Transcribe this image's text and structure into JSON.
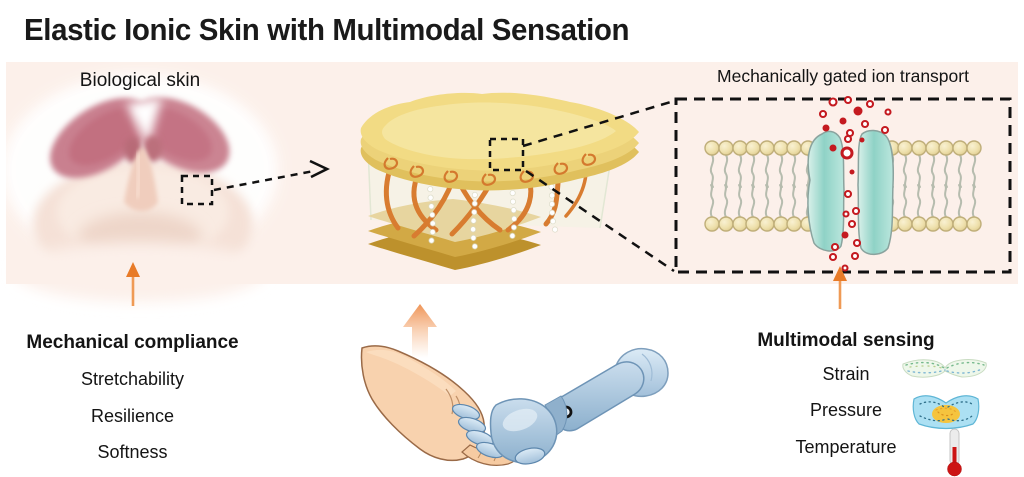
{
  "title": "Elastic Ionic Skin with Multimodal Sensation",
  "panels": {
    "left_label": "Biological skin",
    "right_label": "Mechanically gated ion transport"
  },
  "mechanical": {
    "heading": "Mechanical compliance",
    "items": [
      "Stretchability",
      "Resilience",
      "Softness"
    ]
  },
  "sensing": {
    "heading": "Multimodal sensing",
    "items": [
      {
        "label": "Strain",
        "icon": "strain-fiber-icon"
      },
      {
        "label": "Pressure",
        "icon": "pressure-pad-icon"
      },
      {
        "label": "Temperature",
        "icon": "thermometer-icon"
      }
    ]
  },
  "colors": {
    "panel_background": "#fcf0ea",
    "accent_orange": "#ef8a3e",
    "ion_red": "#c41a20",
    "membrane_teal": "#8fd2c6",
    "block_yellow": "#f2db84",
    "block_gold": "#d2a945",
    "robot_blue": "#a9c5dd",
    "skin_tone": "#f8d2ae"
  }
}
